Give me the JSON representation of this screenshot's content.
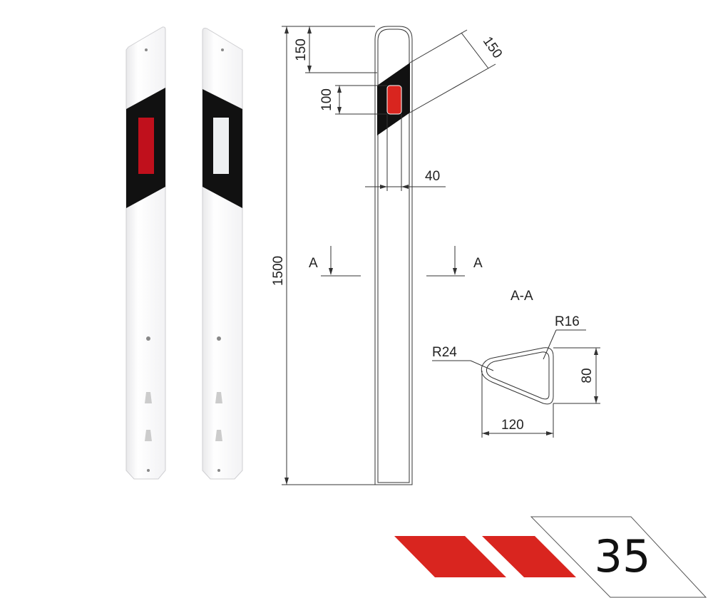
{
  "drawing": {
    "dimensions": {
      "height_total": "1500",
      "top_offset": "150",
      "reflector_height": "100",
      "band_diagonal": "150",
      "reflector_width": "40",
      "section_height": "80",
      "section_width": "120",
      "radius_small": "R16",
      "radius_large": "R24"
    },
    "section_marker_left": "A",
    "section_marker_right": "A",
    "section_title": "A-A"
  },
  "badge": {
    "number": "35"
  },
  "colors": {
    "red": "#d9251f",
    "black": "#111111",
    "reflector_red": "#c0101c"
  }
}
